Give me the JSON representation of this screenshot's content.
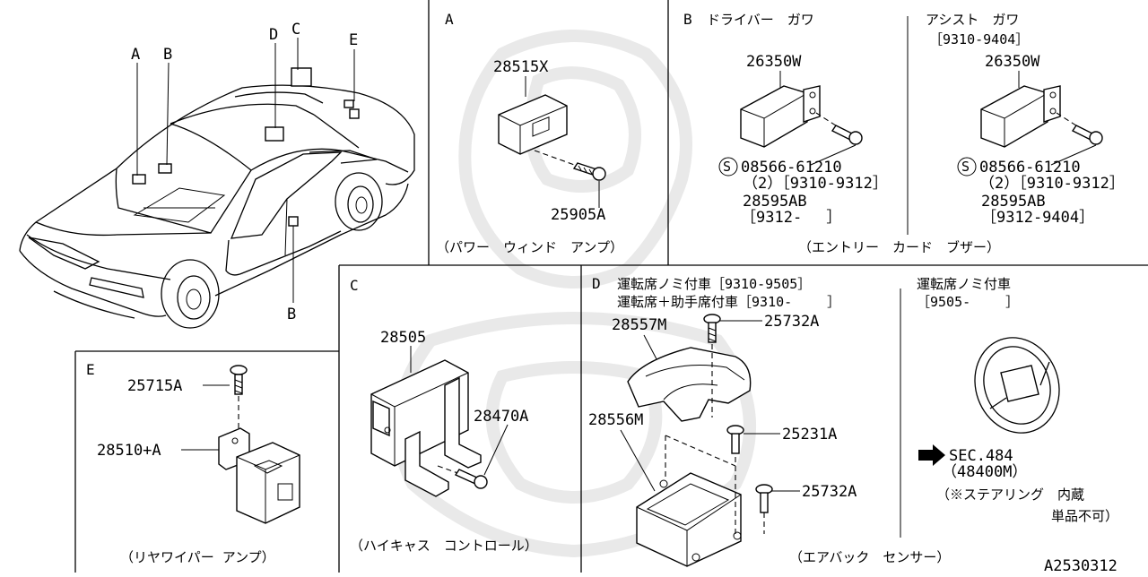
{
  "overview": {
    "callouts": [
      "A",
      "B",
      "C",
      "D",
      "E",
      "B"
    ]
  },
  "panel_a": {
    "letter": "A",
    "part_amp": "28515X",
    "part_screw": "25905A",
    "caption": "（パワー　ウィンド　アンプ）"
  },
  "panel_b": {
    "letter": "B",
    "title_left": "ドライバー　ガワ",
    "title_right": "アシスト　ガワ",
    "date_right": "［9310-9404］",
    "left": {
      "part_buzzer": "26350W",
      "screw_marker": "S",
      "screw_part": "08566-61210",
      "screw_qty_date": "（2）［9310-9312］",
      "alt_part": "28595AB",
      "alt_date": "［9312-　 ］"
    },
    "right": {
      "part_buzzer": "26350W",
      "screw_marker": "S",
      "screw_part": "08566-61210",
      "screw_qty_date": "（2）［9310-9312］",
      "alt_part": "28595AB",
      "alt_date": "［9312-9404］"
    },
    "caption": "（エントリー　カード　ブザー）"
  },
  "panel_c": {
    "letter": "C",
    "part_unit": "28505",
    "part_bracket": "28470A",
    "caption": "（ハイキャス　コントロール）"
  },
  "panel_d": {
    "letter": "D",
    "line1": "運転席ノミ付車［9310-9505］",
    "line2": "運転席＋助手席付車［9310-　　 ］",
    "right_title": "運転席ノミ付車",
    "right_date": "［9505-　　 ］",
    "parts": {
      "cover_top": "28557M",
      "bolt_top": "25732A",
      "bolt_mid": "25231A",
      "sensor": "28556M",
      "bolt_low": "25732A"
    },
    "sec_ref": "SEC.484",
    "sec_part": "（48400M）",
    "note_1": "（※ステアリング　内蔵",
    "note_2": "単品不可）",
    "caption": "（エアバック　センサー）"
  },
  "panel_e": {
    "letter": "E",
    "part_bolt": "25715A",
    "part_amp": "28510+A",
    "caption": "（リヤワイパー アンプ）"
  },
  "figure_id": "A2530312"
}
